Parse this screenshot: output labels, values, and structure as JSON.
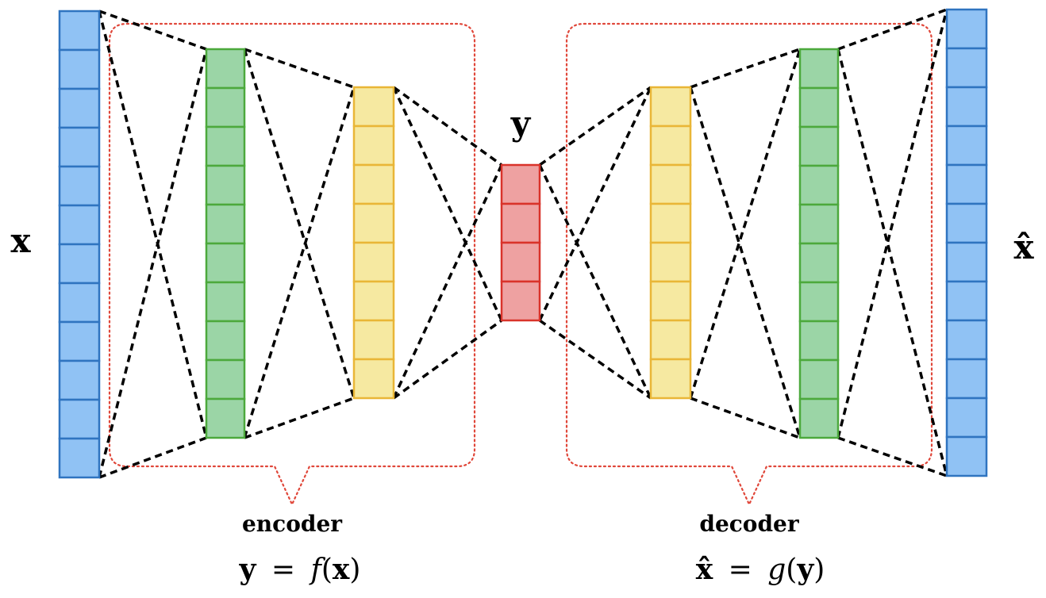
{
  "labels": {
    "input": "x",
    "latent": "y",
    "output": "x̂"
  },
  "encoder": {
    "name": "encoder",
    "formula_lhs": "y",
    "formula_eq": "=",
    "formula_fn": "f",
    "formula_arg": "x"
  },
  "decoder": {
    "name": "decoder",
    "formula_lhs": "x̂",
    "formula_eq": "=",
    "formula_fn": "g",
    "formula_arg": "y"
  },
  "layers": [
    {
      "id": "input-layer",
      "cells": 12,
      "fill": "#90c2f4",
      "stroke": "#2f74c0"
    },
    {
      "id": "encoder-hidden-1",
      "cells": 10,
      "fill": "#9bd5a6",
      "stroke": "#4ca93c"
    },
    {
      "id": "encoder-hidden-2",
      "cells": 8,
      "fill": "#f6e9a1",
      "stroke": "#e9b637"
    },
    {
      "id": "code-layer",
      "cells": 4,
      "fill": "#eea1a1",
      "stroke": "#d9332a"
    },
    {
      "id": "decoder-hidden-1",
      "cells": 8,
      "fill": "#f6e9a1",
      "stroke": "#e9b637"
    },
    {
      "id": "decoder-hidden-2",
      "cells": 10,
      "fill": "#9bd5a6",
      "stroke": "#4ca93c"
    },
    {
      "id": "output-layer",
      "cells": 12,
      "fill": "#90c2f4",
      "stroke": "#2f74c0"
    }
  ],
  "colors": {
    "connector": "#000000",
    "bracket": "#e0473a"
  }
}
